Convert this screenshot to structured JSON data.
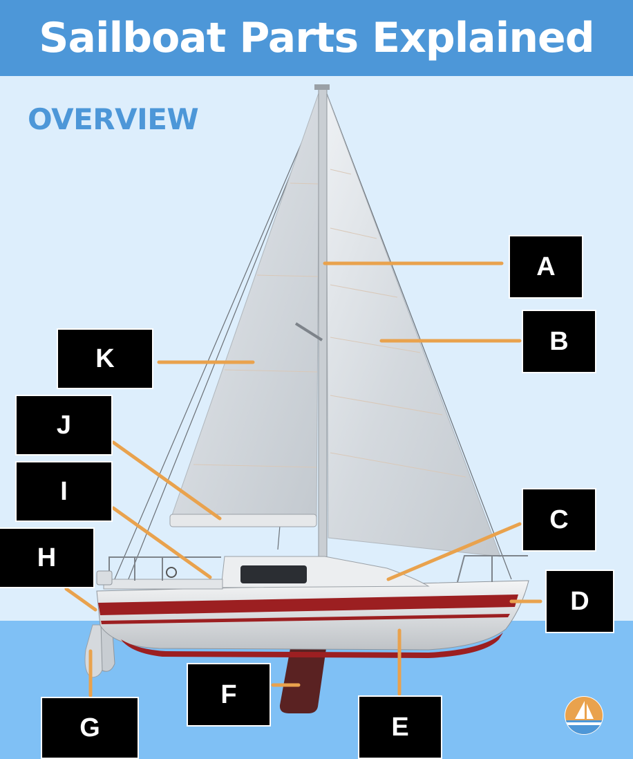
{
  "title": "Sailboat Parts Explained",
  "subtitle": "OVERVIEW",
  "colors": {
    "header": "#4d97d8",
    "sky": "#ddeefc",
    "water": "#7fc0f5",
    "leader": "#e9a24d",
    "hull_stripe": "#9c1f21",
    "keel": "#5a2222"
  },
  "labels": {
    "a": "A",
    "b": "B",
    "c": "C",
    "d": "D",
    "e": "E",
    "f": "F",
    "g": "G",
    "h": "H",
    "i": "I",
    "j": "J",
    "k": "K"
  }
}
